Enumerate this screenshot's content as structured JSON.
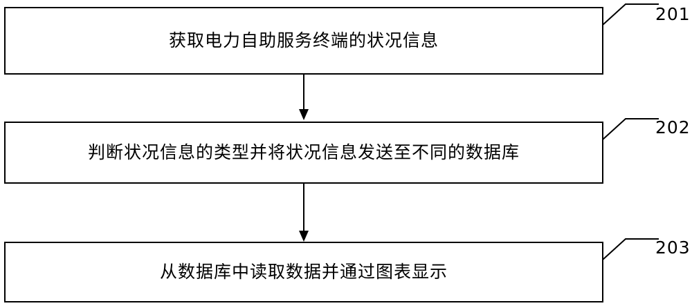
{
  "diagram": {
    "type": "flowchart",
    "orientation": "vertical",
    "nodes": [
      {
        "id": "step-201",
        "label": "获取电力自助服务终端的状况信息",
        "number": "201"
      },
      {
        "id": "step-202",
        "label": "判断状况信息的类型并将状况信息发送至不同的数据库",
        "number": "202"
      },
      {
        "id": "step-203",
        "label": "从数据库中读取数据并通过图表显示",
        "number": "203"
      }
    ],
    "connectors": [
      {
        "from": "step-201",
        "to": "step-202"
      },
      {
        "from": "step-202",
        "to": "step-203"
      }
    ],
    "colors": {
      "stroke": "#000000",
      "fill": "#ffffff",
      "text": "#000000"
    }
  }
}
